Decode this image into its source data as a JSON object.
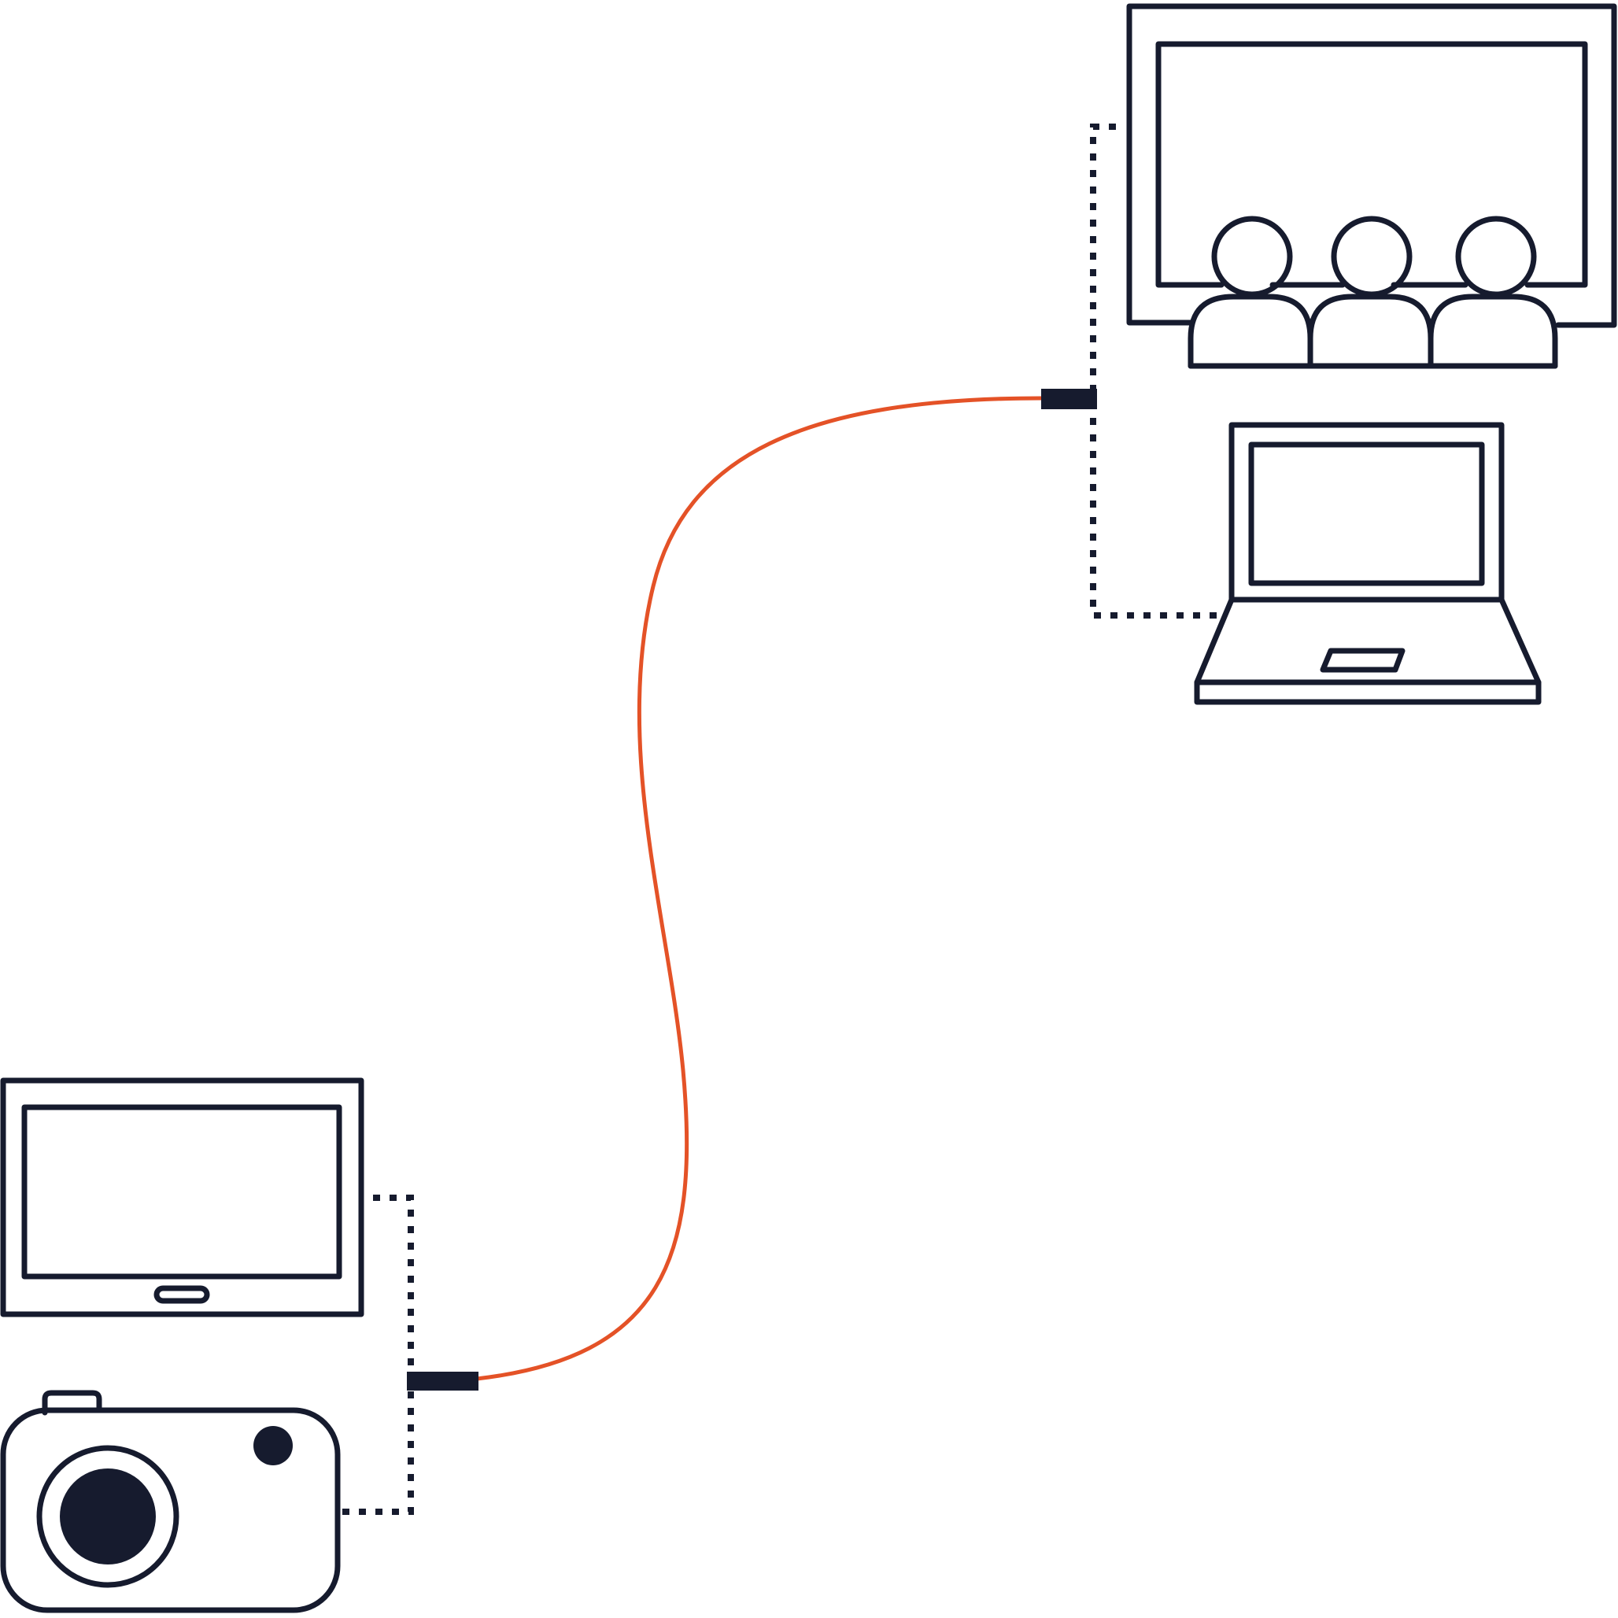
{
  "colors": {
    "ink": "#161b2e",
    "accent": "#e45227",
    "background": "#ffffff"
  },
  "icons": {
    "top_right": [
      "presentation-screen-audience-icon",
      "laptop-icon"
    ],
    "bottom_left": [
      "tablet-icon",
      "camera-icon"
    ],
    "connection": [
      "dotted-connector-line",
      "orange-cable-line",
      "connector-plug"
    ]
  }
}
